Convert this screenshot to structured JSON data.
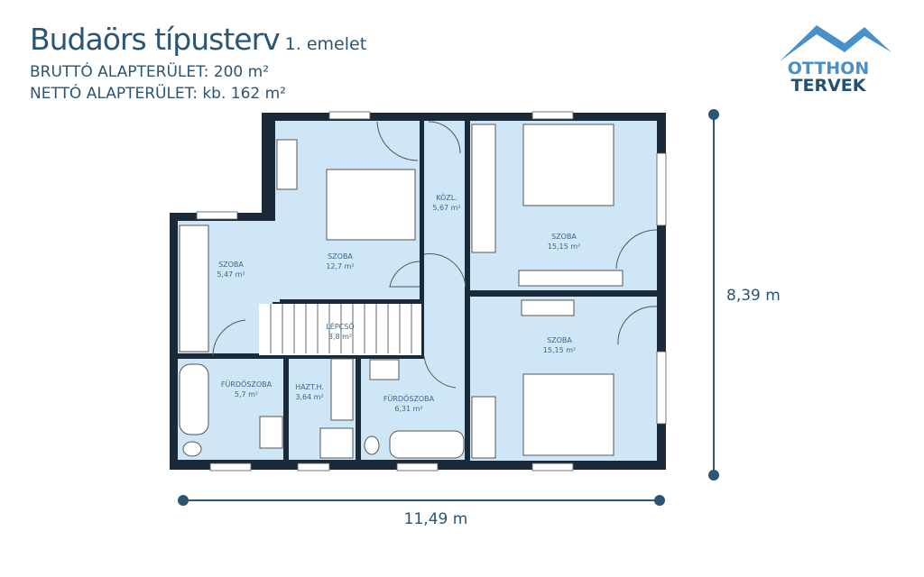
{
  "header": {
    "title": "Budaörs típusterv",
    "subtitle": "1. emelet",
    "gross_area": "BRUTTÓ ALAPTERÜLET: 200 m²",
    "net_area": "NETTÓ ALAPTERÜLET: kb. 162 m²"
  },
  "logo": {
    "line1": "OTTHON",
    "line2": "TERVEK"
  },
  "rooms": [
    {
      "name": "SZOBA",
      "area": "12,7 m²"
    },
    {
      "name": "KÖZL.",
      "area": "5,67 m²"
    },
    {
      "name": "SZOBA",
      "area": "5,47 m²"
    },
    {
      "name": "LÉPCSŐ",
      "area": "3,8 m²"
    },
    {
      "name": "SZOBA",
      "area": "15,15 m²"
    },
    {
      "name": "SZOBA",
      "area": "15,15 m²"
    },
    {
      "name": "FÜRDŐSZOBA",
      "area": "5,7 m²"
    },
    {
      "name": "HÁZT.H.",
      "area": "3,64 m²"
    },
    {
      "name": "FÜRDŐSZOBA",
      "area": "6,31 m²"
    }
  ],
  "dimensions": {
    "height": "8,39 m",
    "width": "11,49 m"
  },
  "colors": {
    "room": "#cfe6f7",
    "wall": "#1b2a38",
    "accent": "#2b5573",
    "logo_light": "#4a90c8"
  }
}
